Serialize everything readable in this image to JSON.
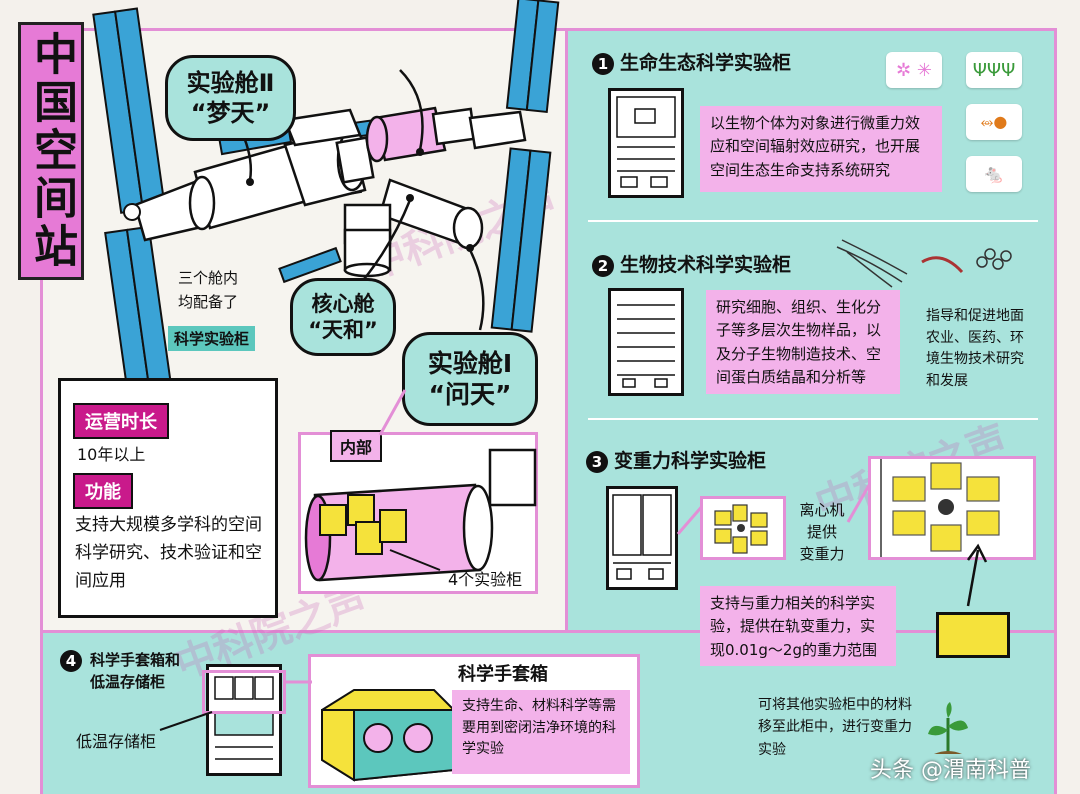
{
  "title": "中国空间站",
  "station": {
    "module2": {
      "name": "实验舱Ⅱ",
      "nick": "“梦天”"
    },
    "core": {
      "name": "核心舱",
      "nick": "“天和”"
    },
    "module1": {
      "name": "实验舱Ⅰ",
      "nick": "“问天”"
    },
    "note_line1": "三个舱内",
    "note_line2": "均配备了",
    "note_highlight": "科学实验柜"
  },
  "interior": {
    "tag": "内部",
    "label": "4个实验柜"
  },
  "ops": {
    "duration_tag": "运营时长",
    "duration_value": "10年以上",
    "function_tag": "功能",
    "function_text": "支持大规模多学科的空间科学研究、技术验证和空间应用"
  },
  "sections": [
    {
      "num": "1",
      "title": "生命生态科学实验柜",
      "desc": "以生物个体为对象进行微重力效应和空间辐射效应研究，也开展空间生态生命支持系统研究"
    },
    {
      "num": "2",
      "title": "生物技术科学实验柜",
      "desc": "研究细胞、组织、生化分子等多层次生物样品，以及分子生物制造技术、空间蛋白质结晶和分析等",
      "side_note": "指导和促进地面农业、医药、环境生物技术研究和发展"
    },
    {
      "num": "3",
      "title": "变重力科学实验柜",
      "centrifuge_line1": "离心机",
      "centrifuge_line2": "提供",
      "centrifuge_line3": "变重力",
      "desc": "支持与重力相关的科学实验，提供在轨变重力，实现0.01g～2g的重力范围",
      "transfer_note": "可将其他实验柜中的材料移至此柜中，进行变重力实验"
    },
    {
      "num": "4",
      "title_line1": "科学手套箱和",
      "title_line2": "低温存储柜",
      "low_temp_label": "低温存储柜",
      "glovebox_title": "科学手套箱",
      "glovebox_desc": "支持生命、材料科学等需要用到密闭洁净环境的科学实验"
    }
  ],
  "watermark": "中科院之声",
  "credit": "头条 @渭南科普",
  "colors": {
    "pink": "#e67ad6",
    "teal": "#a9e3dc",
    "magenta": "#c91a8b",
    "light_pink": "#f3b2ea",
    "yellow": "#f5e23b",
    "solar_blue": "#3aa3d6"
  }
}
